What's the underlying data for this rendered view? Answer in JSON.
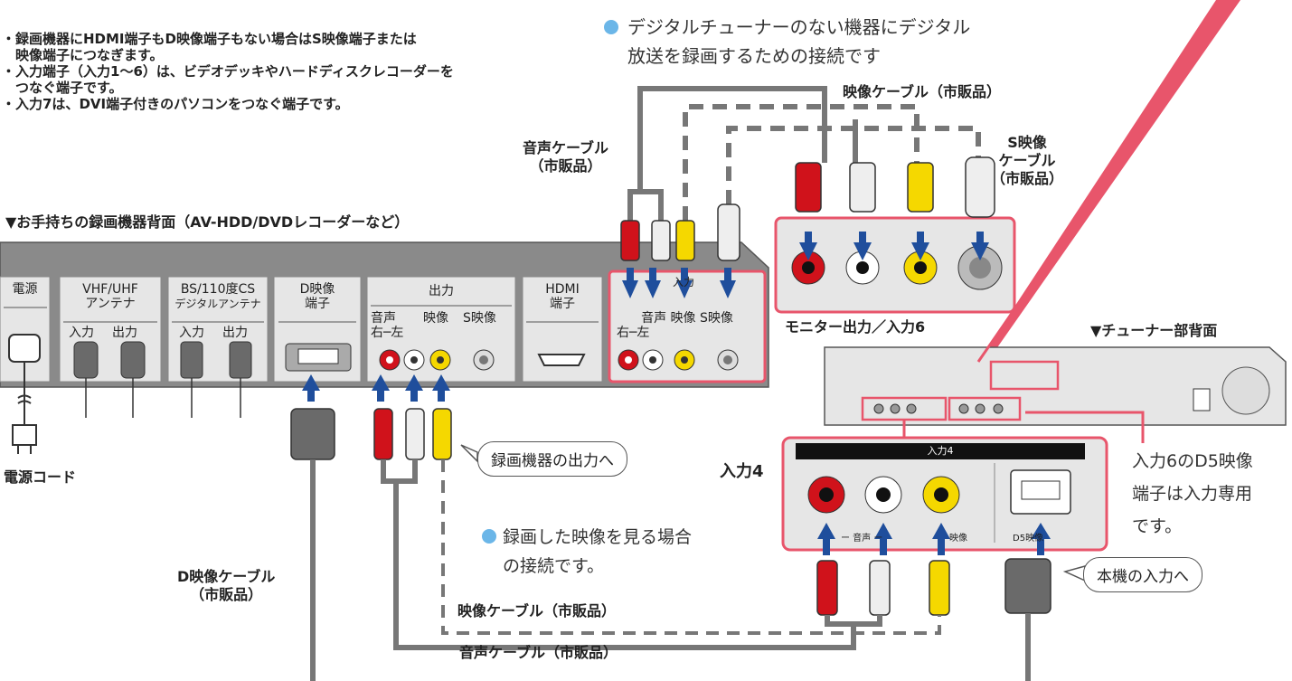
{
  "notes": [
    "・録画機器にHDMI端子もD映像端子もない場合はS映像端子または",
    "　映像端子につなぎます。",
    "・入力端子（入力1～6）は、ビデオデッキやハードディスクレコーダーを",
    "　つなぐ端子です。",
    "・入力7は、DVI端子付きのパソコンをつなぐ端子です。"
  ],
  "intro": {
    "line1": "デジタルチューナーのない機器にデジタル",
    "line2": "放送を録画するための接続です"
  },
  "recorder_title": "▼お手持ちの録画機器背面（AV-HDD/DVDレコーダーなど）",
  "recorder_panel": {
    "power": "電源",
    "vhf_uhf": "VHF/UHF",
    "antenna": "アンテナ",
    "in": "入力",
    "out": "出力",
    "bs_cs": "BS/110度CS",
    "digital_antenna": "デジタルアンテナ",
    "d_video": "D映像",
    "terminal": "端子",
    "output": "出力",
    "audio": "音声",
    "rl": "右─左",
    "video": "映像",
    "s_video": "S映像",
    "hdmi": "HDMI",
    "hdmi_terminal": "端子",
    "out_partial": "入力",
    "audio2": "音声",
    "rl2": "右─左",
    "video2": "映像",
    "s_video2": "S映像"
  },
  "power_cord": "電源コード",
  "d_cable": {
    "line1": "D映像ケーブル",
    "line2": "（市販品）"
  },
  "audio_cable_top": {
    "line1": "音声ケーブル",
    "line2": "（市販品）"
  },
  "video_cable_top": "映像ケーブル（市販品）",
  "s_video_cable": {
    "line1": "S映像",
    "line2": "ケーブル",
    "line3": "（市販品）"
  },
  "monitor_label": "モニター出力／入力6",
  "tuner_title": "▼チューナー部背面",
  "input4_label": "入力4",
  "input4_panel": {
    "header": "入力4",
    "audio": "ー 音声 ー",
    "video": "映像",
    "d5": "D5映像"
  },
  "callout_recorder": "録画機器の出力へ",
  "playback": {
    "line1": "録画した映像を見る場合",
    "line2": "の接続です。"
  },
  "video_cable_bottom": "映像ケーブル（市販品）",
  "audio_cable_bottom": "音声ケーブル（市販品）",
  "note_input6": {
    "line1": "入力6のD5映像",
    "line2": "端子は入力専用",
    "line3": "です。"
  },
  "callout_device": "本機の入力へ",
  "colors": {
    "red": "#d0121b",
    "yellow": "#f5d800",
    "blue": "#1f4e9c",
    "pink": "#e8556b",
    "panel": "#e6e6e6"
  }
}
